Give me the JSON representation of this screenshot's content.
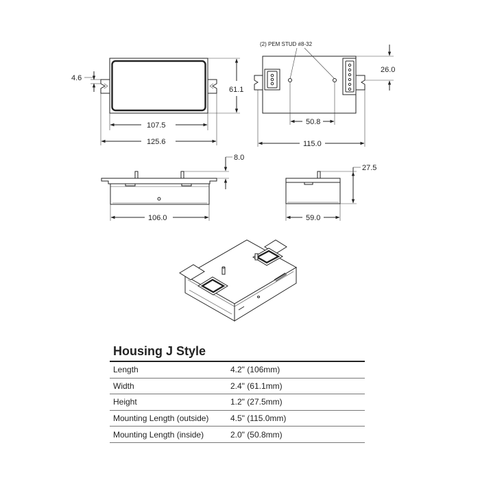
{
  "dimensions": {
    "top_left": {
      "stud_offset": "4.6",
      "width_inner": "107.5",
      "width_overall": "125.6",
      "height": "61.1"
    },
    "top_right": {
      "stud_note": "(2) PEM STUD #8-32",
      "stud_offset": "26.0",
      "stud_spacing": "50.8",
      "width_overall": "115.0"
    },
    "side_left": {
      "stud_height": "8.0",
      "length": "106.0"
    },
    "side_right": {
      "height": "27.5",
      "width": "59.0"
    }
  },
  "specs": {
    "title": "Housing J Style",
    "rows": [
      {
        "label": "Length",
        "value": "4.2\" (106mm)"
      },
      {
        "label": "Width",
        "value": "2.4\" (61.1mm)"
      },
      {
        "label": "Height",
        "value": "1.2\" (27.5mm)"
      },
      {
        "label": "Mounting Length (outside)",
        "value": "4.5\" (115.0mm)"
      },
      {
        "label": "Mounting Length (inside)",
        "value": "2.0\" (50.8mm)"
      }
    ]
  }
}
